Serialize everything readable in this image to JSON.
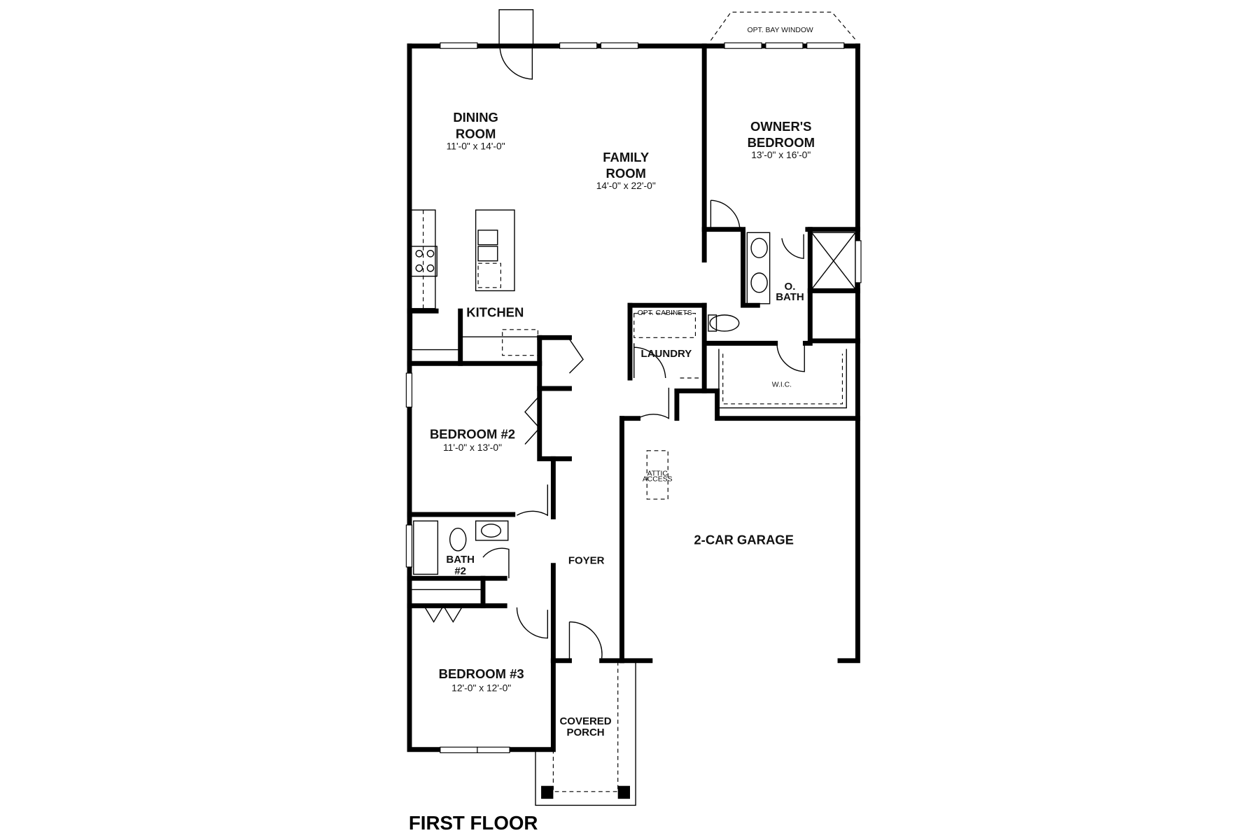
{
  "title": "FIRST FLOOR",
  "rooms": {
    "dining": {
      "name_1": "DINING",
      "name_2": "ROOM",
      "size": "11'-0\" x 14'-0\""
    },
    "family": {
      "name_1": "FAMILY",
      "name_2": "ROOM",
      "size": "14'-0\" x 22'-0\""
    },
    "owners": {
      "name_1": "OWNER'S",
      "name_2": "BEDROOM",
      "size": "13'-0\" x 16'-0\""
    },
    "kitchen": {
      "name": "KITCHEN"
    },
    "obath": {
      "name_1": "O.",
      "name_2": "BATH"
    },
    "laundry": {
      "name": "LAUNDRY"
    },
    "wic": {
      "name": "W.I.C."
    },
    "bedroom2": {
      "name": "BEDROOM #2",
      "size": "11'-0\" x 13'-0\""
    },
    "bath2": {
      "name_1": "BATH",
      "name_2": "#2"
    },
    "foyer": {
      "name": "FOYER"
    },
    "garage": {
      "name": "2-CAR GARAGE"
    },
    "bedroom3": {
      "name": "BEDROOM #3",
      "size": "12'-0\" x 12'-0\""
    },
    "porch": {
      "name_1": "COVERED",
      "name_2": "PORCH"
    }
  },
  "notes": {
    "bay_window": "OPT. BAY WINDOW",
    "opt_cabinets": "OPT. CABINETS",
    "attic_1": "ATTIC",
    "attic_2": "ACCESS"
  }
}
